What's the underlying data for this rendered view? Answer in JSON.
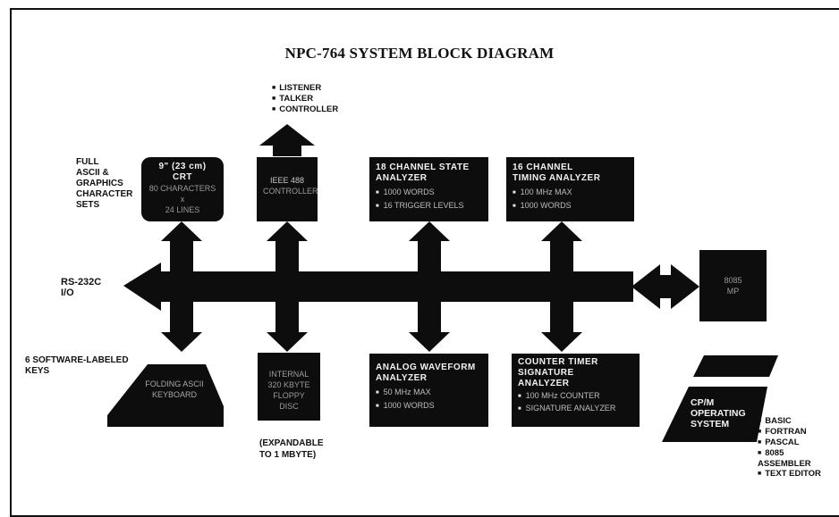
{
  "title": "NPC-764 SYSTEM BLOCK DIAGRAM",
  "labels": {
    "charsets": [
      "FULL",
      "ASCII &",
      "GRAPHICS",
      "CHARACTER",
      "SETS"
    ],
    "rs232": [
      "RS-232C",
      "I/O"
    ],
    "softkeys": [
      "6 SOFTWARE-LABELED",
      "KEYS"
    ],
    "expandable": [
      "(EXPANDABLE",
      "TO 1 MBYTE)"
    ]
  },
  "ieee_roles": [
    "LISTENER",
    "TALKER",
    "CONTROLLER"
  ],
  "crt": {
    "line1": "9\" (23 cm)",
    "line2": "CRT",
    "line3": "80 CHARACTERS",
    "line4": "x",
    "line5": "24 LINES"
  },
  "ieee": {
    "line1": "IEEE 488",
    "line2": "CONTROLLER"
  },
  "state": {
    "title": [
      "18 CHANNEL STATE",
      "ANALYZER"
    ],
    "bullets": [
      "1000 WORDS",
      "16 TRIGGER LEVELS"
    ]
  },
  "timing": {
    "title": [
      "16 CHANNEL",
      "TIMING ANALYZER"
    ],
    "bullets": [
      "100 MHz MAX",
      "1000 WORDS"
    ]
  },
  "mp": {
    "line1": "8085",
    "line2": "MP"
  },
  "keyboard": {
    "line1": "FOLDING ASCII",
    "line2": "KEYBOARD"
  },
  "floppy": {
    "line1": "INTERNAL",
    "line2": "320 KBYTE",
    "line3": "FLOPPY DISC"
  },
  "analog": {
    "title": [
      "ANALOG WAVEFORM",
      "ANALYZER"
    ],
    "bullets": [
      "50 MHz MAX",
      "1000 WORDS"
    ]
  },
  "counter": {
    "title": [
      "COUNTER TIMER",
      "SIGNATURE",
      "ANALYZER"
    ],
    "bullets": [
      "100 MHz COUNTER",
      "SIGNATURE ANALYZER"
    ]
  },
  "cpm": {
    "line1": "CP/M",
    "line2": "OPERATING",
    "line3": "SYSTEM"
  },
  "languages": [
    "BASIC",
    "FORTRAN",
    "PASCAL",
    "8085 ASSEMBLER",
    "TEXT EDITOR"
  ],
  "colors": {
    "ink": "#0d0d0d",
    "paper": "#ffffff"
  }
}
